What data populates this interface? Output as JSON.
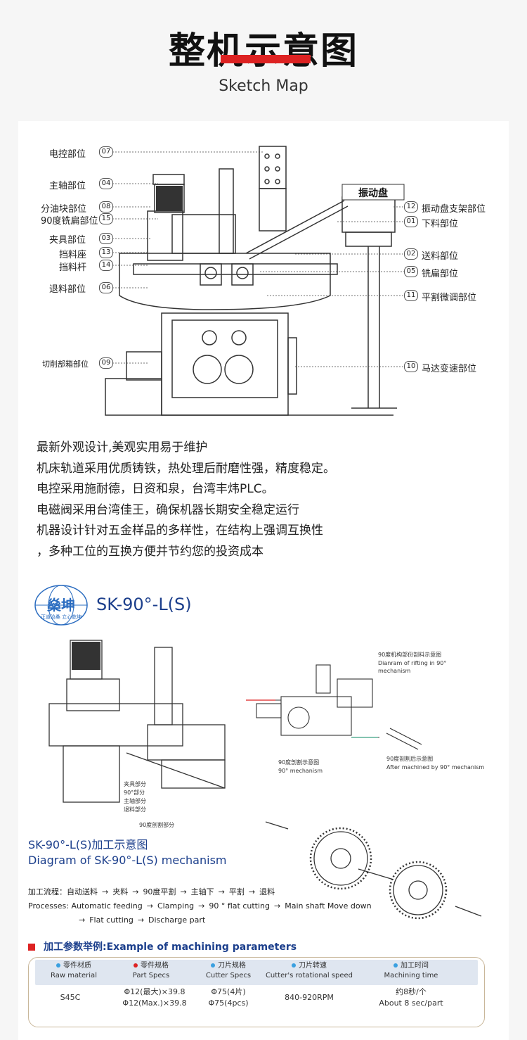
{
  "header": {
    "title": "整机示意图",
    "subtitle": "Sketch Map"
  },
  "sketch": {
    "left_labels": [
      {
        "text": "电控部位",
        "num": "07"
      },
      {
        "text": "主轴部位",
        "num": "04"
      },
      {
        "text": "分油块部位",
        "num": "08"
      },
      {
        "text": "90度铣扁部位",
        "num": "15"
      },
      {
        "text": "夹具部位",
        "num": "03"
      },
      {
        "text": "挡料座",
        "num": "13"
      },
      {
        "text": "挡料杆",
        "num": "14"
      },
      {
        "text": "退料部位",
        "num": "06"
      },
      {
        "text": "切削部箱部位",
        "num": "09"
      }
    ],
    "right_labels": [
      {
        "text": "振动盘支架部位",
        "num": "12"
      },
      {
        "text": "下料部位",
        "num": "01"
      },
      {
        "text": "送料部位",
        "num": "02"
      },
      {
        "text": "铣扁部位",
        "num": "05"
      },
      {
        "text": "平割微调部位",
        "num": "11"
      },
      {
        "text": "马达变速部位",
        "num": "10"
      }
    ],
    "vibrator_label": "振动盘"
  },
  "description": [
    "最新外观设计,美观实用易于维护",
    "机床轨道采用优质铸铁，热处理后耐磨性强，精度稳定。",
    "电控采用施耐德，日资和泉，台湾丰炜PLC。",
    "电磁阀采用台湾佳王，确保机器长期安全稳定运行",
    "机器设计针对五金样品的多样性，在结构上强调互换性",
    "，多种工位的互换方便并节约您的投资成本"
  ],
  "brand": {
    "logo": "燊坤",
    "slogan": "正道沧桑 立心乾坤",
    "model": "SK-90°-L(S)"
  },
  "mechanism": {
    "left_notes": [
      "夹具部分",
      "90°部分",
      "主轴部分",
      "退料部分"
    ],
    "left_caption": "90度剖割部分",
    "top_note_cn": "90度机构部份剖料示意图",
    "top_note_en": "Dianram of rifting in 90° mechanism",
    "mid_note_cn": "90度剖割示意图",
    "mid_note_en": "90° mechanism",
    "right_note_cn": "90度剖割后示意图",
    "right_note_en": "After machined by 90° mechanism"
  },
  "diagram": {
    "title_cn": "SK-90°-L(S)加工示意图",
    "title_en": "Diagram of SK-90°-L(S) mechanism"
  },
  "process": {
    "cn_label": "加工流程：",
    "cn_steps": [
      "自动送料",
      "夹料",
      "90度平割",
      "主轴下",
      "平割",
      "退料"
    ],
    "en_label": "Processes:",
    "en_steps_line1": [
      "Automatic feeding",
      "Clamping",
      "90 ° flat cutting",
      "Main shaft Move down"
    ],
    "en_steps_line2": [
      "Flat cutting",
      "Discharge part"
    ]
  },
  "params": {
    "heading": "加工参数举例:Example of machining parameters",
    "columns": [
      {
        "cn": "零件材质",
        "en": "Raw material",
        "dot": "#3aa0e0"
      },
      {
        "cn": "零件规格",
        "en": "Part Specs",
        "dot": "#d22"
      },
      {
        "cn": "刀片规格",
        "en": "Cutter Specs",
        "dot": "#3aa0e0"
      },
      {
        "cn": "刀片转速",
        "en": "Cutter's rotational speed",
        "dot": "#3aa0e0"
      },
      {
        "cn": "加工时间",
        "en": "Machining time",
        "dot": "#3aa0e0"
      }
    ],
    "row": [
      [
        "S45C"
      ],
      [
        "Φ12(最大)×39.8",
        "Φ12(Max.)×39.8"
      ],
      [
        "Φ75(4片)",
        "Φ75(4pcs)"
      ],
      [
        "840-920RPM"
      ],
      [
        "约8秒/个",
        "About 8 sec/part"
      ]
    ]
  }
}
